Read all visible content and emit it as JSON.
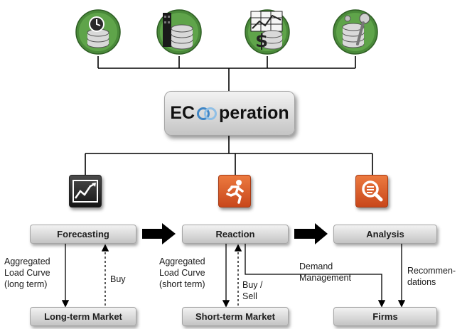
{
  "brand": {
    "prefix": "EC",
    "suffix": "peration"
  },
  "stages": [
    {
      "name": "Forecasting"
    },
    {
      "name": "Reaction"
    },
    {
      "name": "Analysis"
    }
  ],
  "targets": [
    {
      "name": "Long-term Market"
    },
    {
      "name": "Short-term Market"
    },
    {
      "name": "Firms"
    }
  ],
  "flows": {
    "aggregated_long": "Aggregated\nLoad Curve\n(long term)",
    "buy": "Buy",
    "aggregated_short": "Aggregated\nLoad Curve\n(short term)",
    "buy_sell": "Buy /\nSell",
    "demand_management": "Demand\nManagement",
    "recommendations": "Recommen-\ndations"
  },
  "icons": {
    "top": [
      "clock-database-icon",
      "building-database-icon",
      "dollar-chart-database-icon",
      "wrench-database-icon"
    ],
    "stages": [
      "rising-chart-icon",
      "running-person-icon",
      "magnifier-icon"
    ]
  },
  "colors": {
    "tile_orange": "#e2612b",
    "tile_dark": "#1d1d1d",
    "accent_blue": "#3f86c6",
    "line": "#000000"
  }
}
